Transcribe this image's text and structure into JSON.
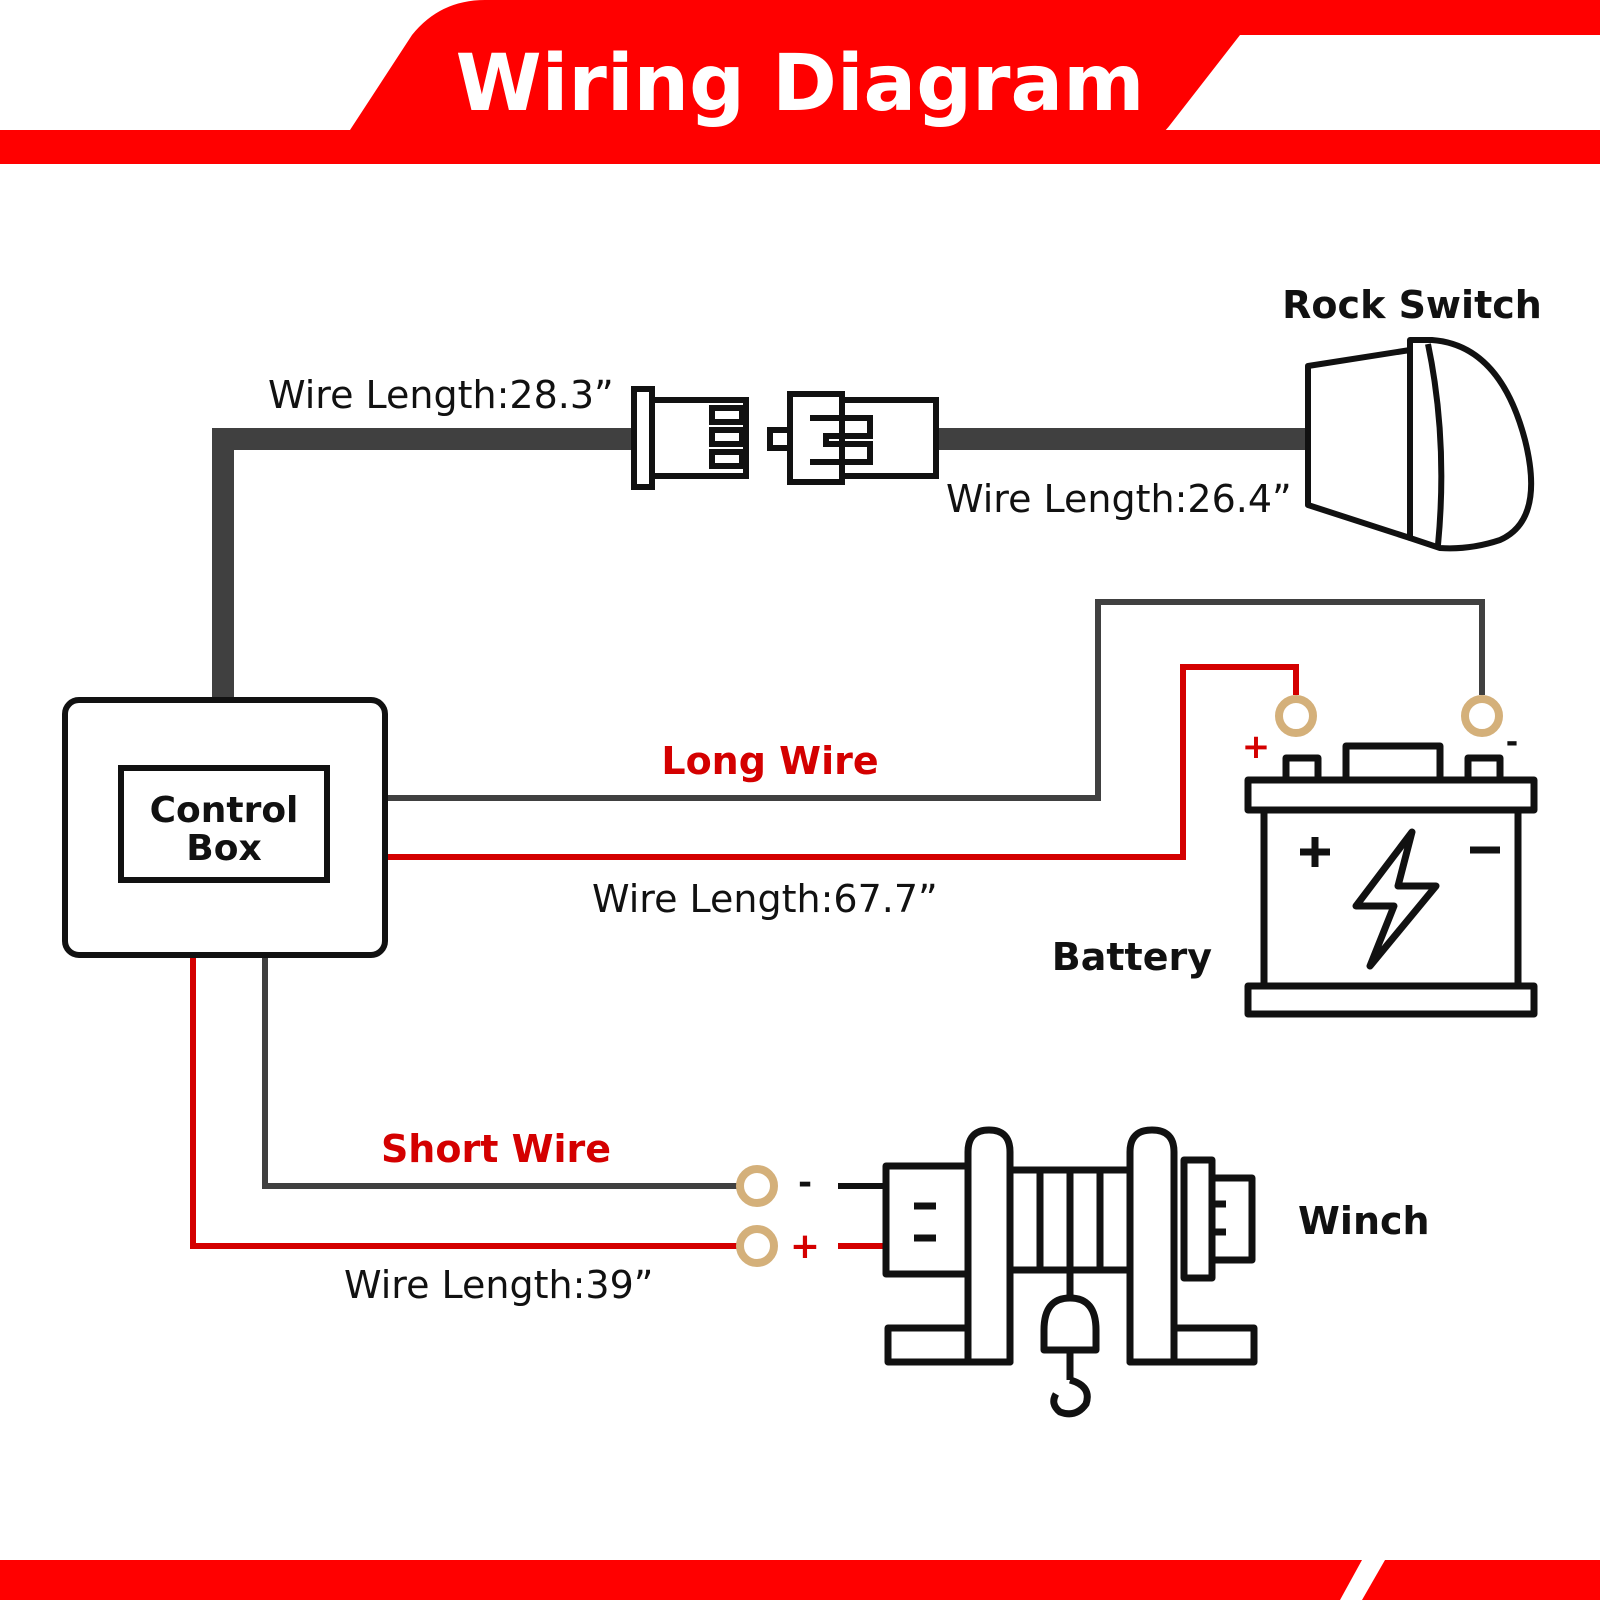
{
  "title": "Wiring Diagram",
  "colors": {
    "accent_red": "#ff0000",
    "wire_red": "#d40000",
    "wire_dark": "#404040",
    "terminal": "#d4b07a",
    "outline": "#111111"
  },
  "components": {
    "control_box": {
      "line1": "Control",
      "line2": "Box"
    },
    "rock_switch": "Rock Switch",
    "battery": "Battery",
    "winch": "Winch"
  },
  "wires": {
    "long_wire": "Long Wire",
    "short_wire": "Short Wire"
  },
  "lengths": {
    "switch_left": "Wire Length:28.3”",
    "switch_right": "Wire Length:26.4”",
    "battery": "Wire Length:67.7”",
    "winch": "Wire Length:39”"
  },
  "polarity": {
    "plus": "+",
    "minus": "-"
  }
}
